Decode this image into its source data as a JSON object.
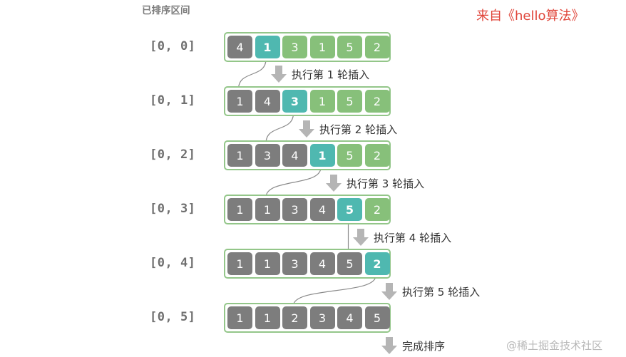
{
  "header": "已排序区间",
  "source": "来自《hello算法》",
  "watermark": "@稀土掘金技术社区",
  "rows": [
    {
      "range": "[0, 0]",
      "cells": [
        "4",
        "1",
        "3",
        "1",
        "5",
        "2"
      ],
      "styles": [
        "gray",
        "teal",
        "green",
        "green",
        "green",
        "green"
      ]
    },
    {
      "range": "[0, 1]",
      "cells": [
        "1",
        "4",
        "3",
        "1",
        "5",
        "2"
      ],
      "styles": [
        "gray",
        "gray",
        "teal",
        "green",
        "green",
        "green"
      ]
    },
    {
      "range": "[0, 2]",
      "cells": [
        "1",
        "3",
        "4",
        "1",
        "5",
        "2"
      ],
      "styles": [
        "gray",
        "gray",
        "gray",
        "teal",
        "green",
        "green"
      ]
    },
    {
      "range": "[0, 3]",
      "cells": [
        "1",
        "1",
        "3",
        "4",
        "5",
        "2"
      ],
      "styles": [
        "gray",
        "gray",
        "gray",
        "gray",
        "teal",
        "green"
      ]
    },
    {
      "range": "[0, 4]",
      "cells": [
        "1",
        "1",
        "3",
        "4",
        "5",
        "2"
      ],
      "styles": [
        "gray",
        "gray",
        "gray",
        "gray",
        "gray",
        "teal"
      ]
    },
    {
      "range": "[0, 5]",
      "cells": [
        "1",
        "1",
        "2",
        "3",
        "4",
        "5"
      ],
      "styles": [
        "gray",
        "gray",
        "gray",
        "gray",
        "gray",
        "gray"
      ]
    }
  ],
  "steps": [
    "执行第 1 轮插入",
    "执行第 2 轮插入",
    "执行第 3 轮插入",
    "执行第 4 轮插入",
    "执行第 5 轮插入",
    "完成排序"
  ],
  "colors": {
    "gray": "#7d7d7d",
    "green": "#87c07a",
    "teal": "#4fb8b0",
    "border": "#93c689",
    "source": "#e0453a",
    "arrow": "#b5b5b5"
  }
}
